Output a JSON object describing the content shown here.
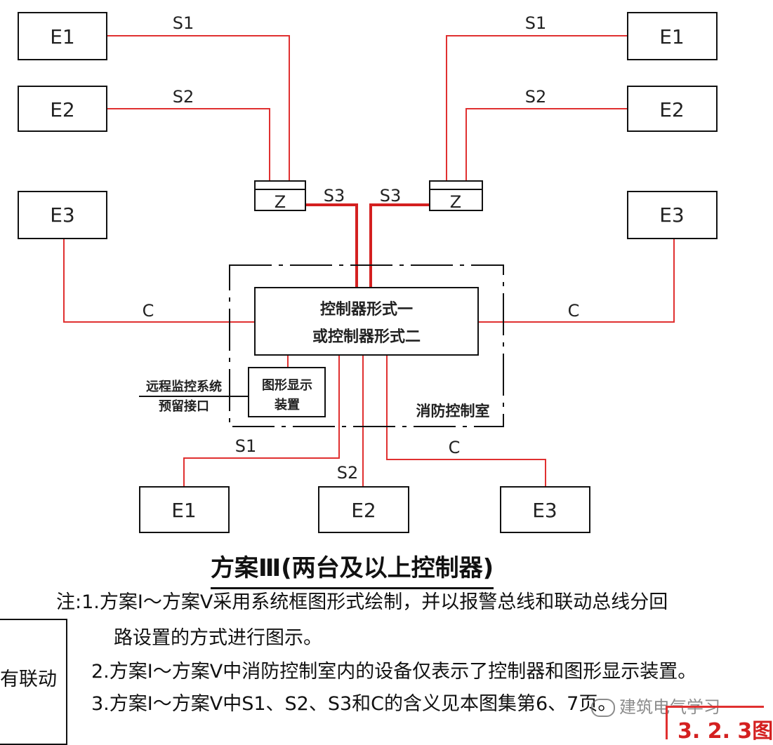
{
  "diagram": {
    "devices": {
      "e1": "E1",
      "e2": "E2",
      "e3": "E3",
      "z": "Z"
    },
    "buses": {
      "s1": "S1",
      "s2": "S2",
      "s3": "S3",
      "c": "C"
    },
    "controller_line1": "控制器形式一",
    "controller_line2": "或控制器形式二",
    "display_line1": "图形显示",
    "display_line2": "装置",
    "remote_line1": "远程监控系统",
    "remote_line2": "预留接口",
    "room_label": "消防控制室",
    "colors": {
      "bus_line": "#e03030",
      "box_stroke": "#111111"
    }
  },
  "caption": {
    "title": "方案Ⅲ(两台及以上控制器)",
    "notes": [
      "注:1.方案Ⅰ～方案Ⅴ采用系统框图形式绘制，并以报警总线和联动总线分回",
      "路设置的方式进行图示。",
      "2.方案Ⅰ～方案Ⅴ中消防控制室内的设备仅表示了控制器和图形显示装置。",
      "3.方案Ⅰ～方案Ⅴ中S1、S2、S3和C的含义见本图集第6、7页。"
    ],
    "side_text": "有联动",
    "badge": "3. 2. 3图",
    "watermark": "建筑电气学习"
  }
}
